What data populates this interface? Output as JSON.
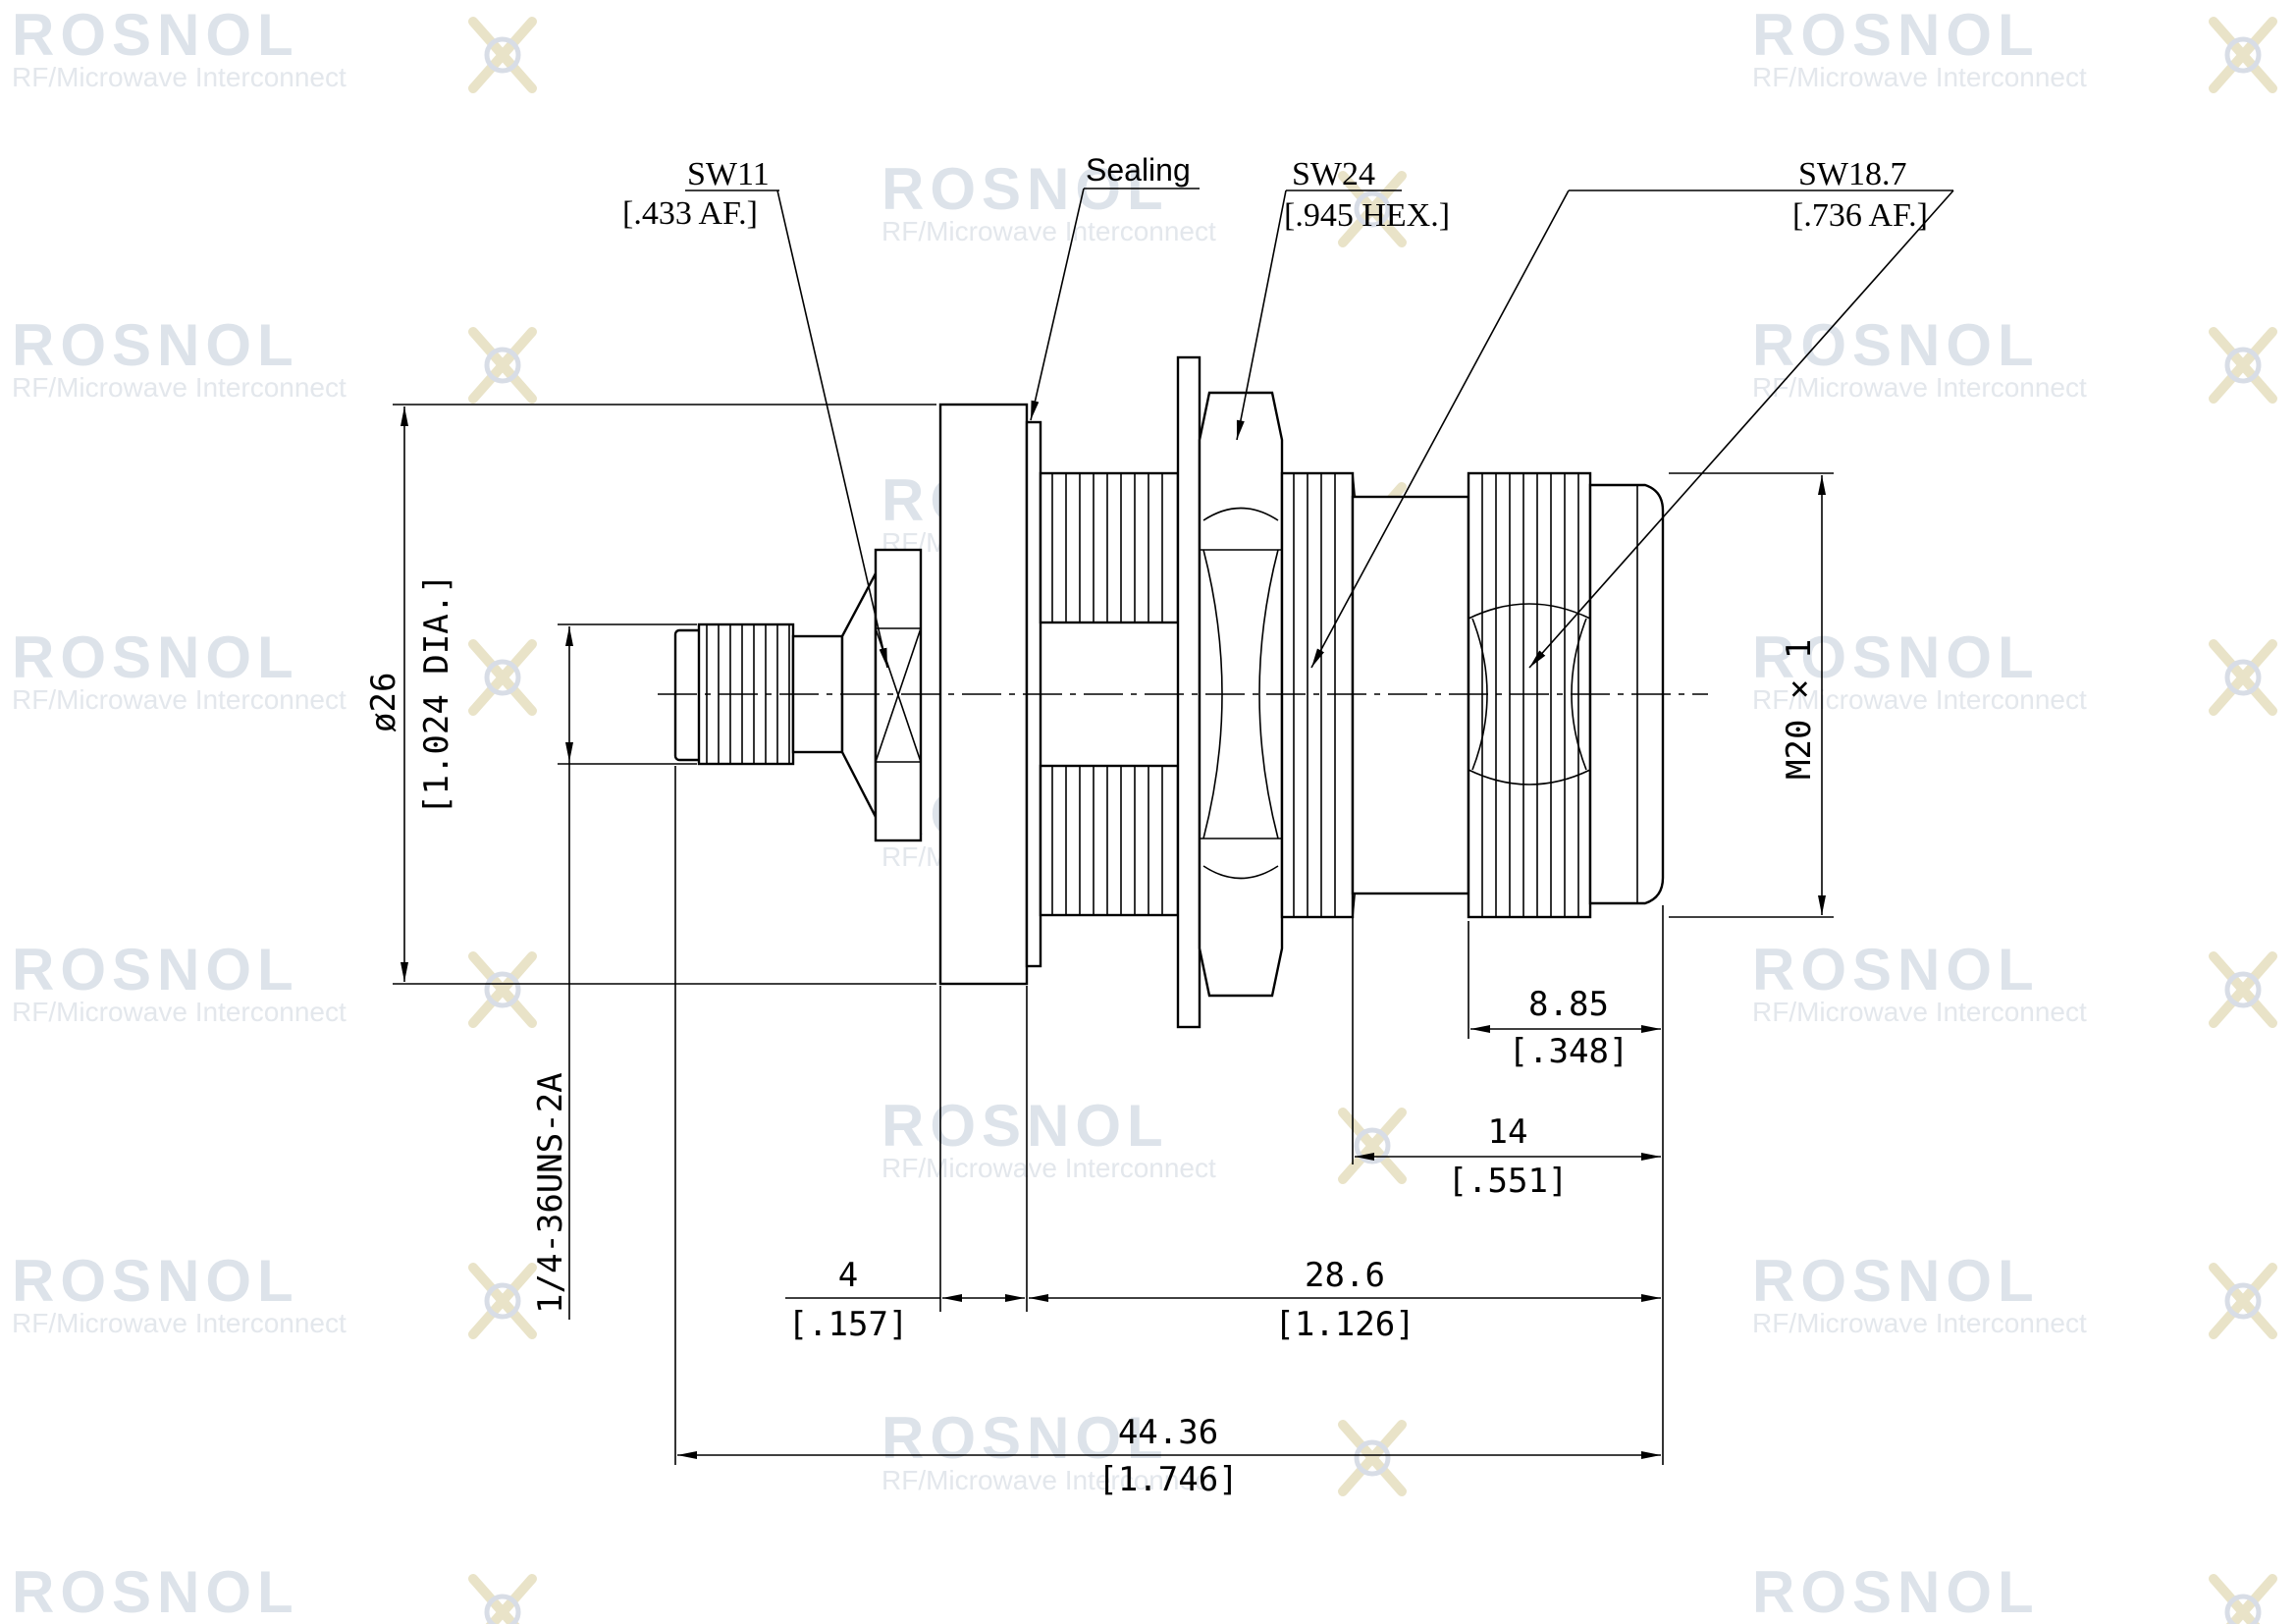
{
  "watermark": {
    "brand": "ROSNOL",
    "tagline": "RF/Microwave Interconnect"
  },
  "callouts": {
    "sw11": {
      "label": "SW11",
      "sub": "[.433 AF.]"
    },
    "sealing": {
      "label": "Sealing"
    },
    "sw24": {
      "label": "SW24",
      "sub": "[.945 HEX.]"
    },
    "sw187": {
      "label": "SW18.7",
      "sub": "[.736 AF.]"
    }
  },
  "dimensions": {
    "dia": {
      "value": "ø26",
      "sub": "[1.024 DIA.]"
    },
    "thread_small": {
      "value": "1/4-36UNS-2A"
    },
    "thread_large": {
      "value": "M20 × 1"
    },
    "d885": {
      "value": "8.85",
      "sub": "[.348]"
    },
    "d14": {
      "value": "14",
      "sub": "[.551]"
    },
    "d4": {
      "value": "4",
      "sub": "[.157]"
    },
    "d286": {
      "value": "28.6",
      "sub": "[1.126]"
    },
    "d4436": {
      "value": "44.36",
      "sub": "[1.746]"
    }
  }
}
